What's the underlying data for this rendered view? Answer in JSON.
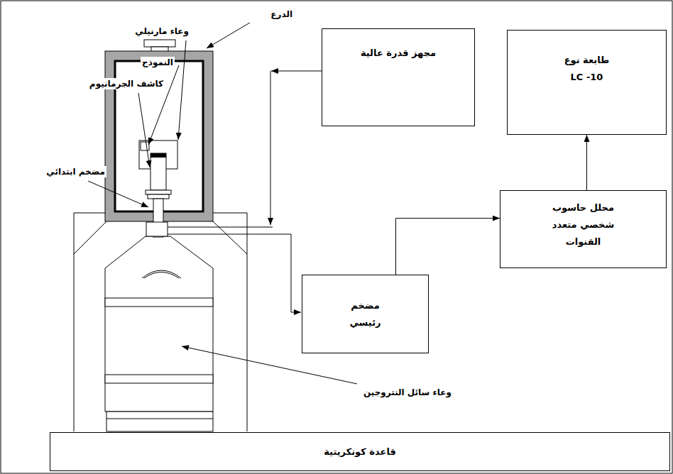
{
  "diagram": {
    "nodes": [
      {
        "text": [
          "مجهز قدرة عالية"
        ]
      },
      {
        "text": [
          "طابعة نوع LC -10"
        ]
      },
      {
        "text": [
          "محلل حاسوب شخصي متعدد القنوات"
        ]
      },
      {
        "text": [
          "مضخم رئيسي"
        ]
      },
      {
        "text": [
          "قاعدة كونكريتية"
        ]
      }
    ],
    "edges": [
      {
        "from": 3,
        "to": 2,
        "arrow": "to"
      },
      {
        "from": 2,
        "to": 1,
        "arrow": "to"
      }
    ],
    "labels": [
      "الدرع",
      "وعاء مارنيلي",
      "النموذج",
      "كاشف الجرمانيوم",
      "مضخم ابتدائي",
      "وعاء سائل النتروجين"
    ]
  }
}
